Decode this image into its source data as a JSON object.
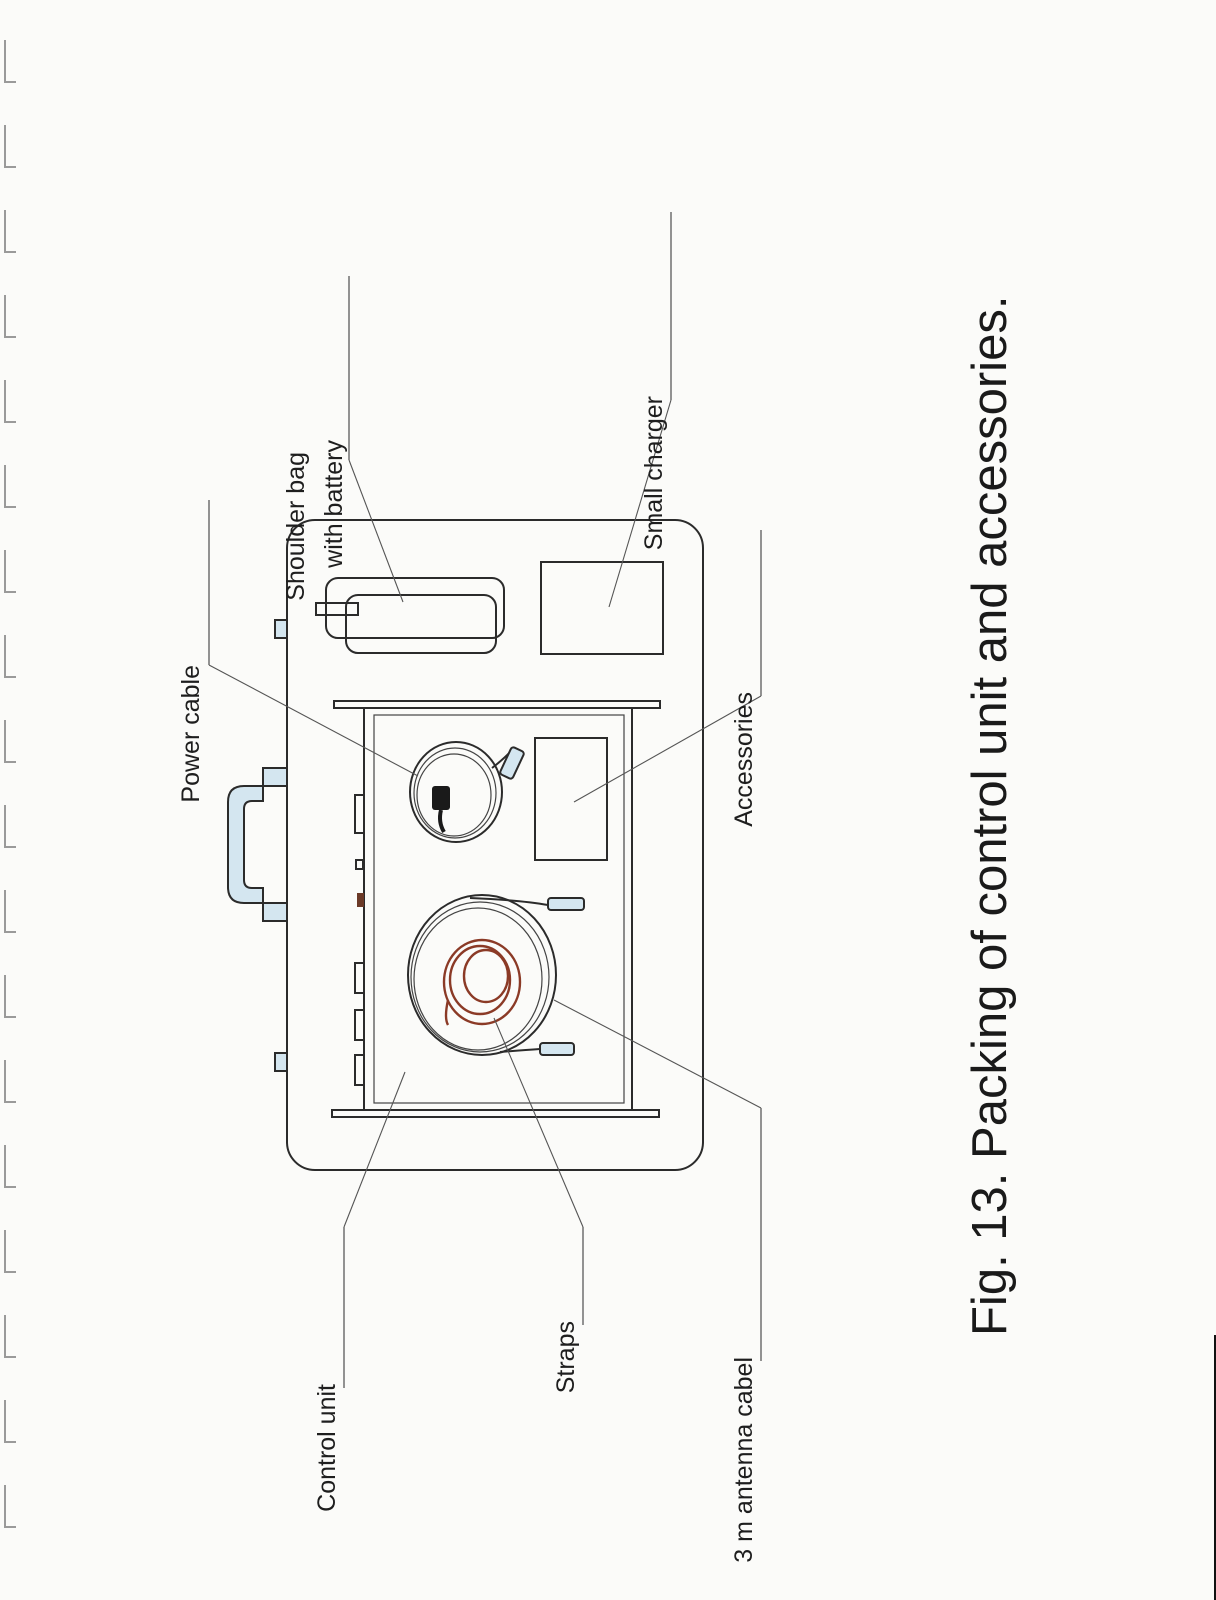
{
  "labels": {
    "power_cable": "Power cable",
    "shoulder_bag_1": "Shoulder bag",
    "shoulder_bag_2": "with battery",
    "small_charger": "Small charger",
    "accessories": "Accessories",
    "control_unit": "Control unit",
    "straps": "Straps",
    "antenna_cable": "3 m antenna cabel"
  },
  "caption": "Fig. 13. Packing of control unit and accessories.",
  "colors": {
    "handle": "#d4e6f0",
    "straps": "#8b3a26",
    "ink": "#2b2b2b"
  }
}
